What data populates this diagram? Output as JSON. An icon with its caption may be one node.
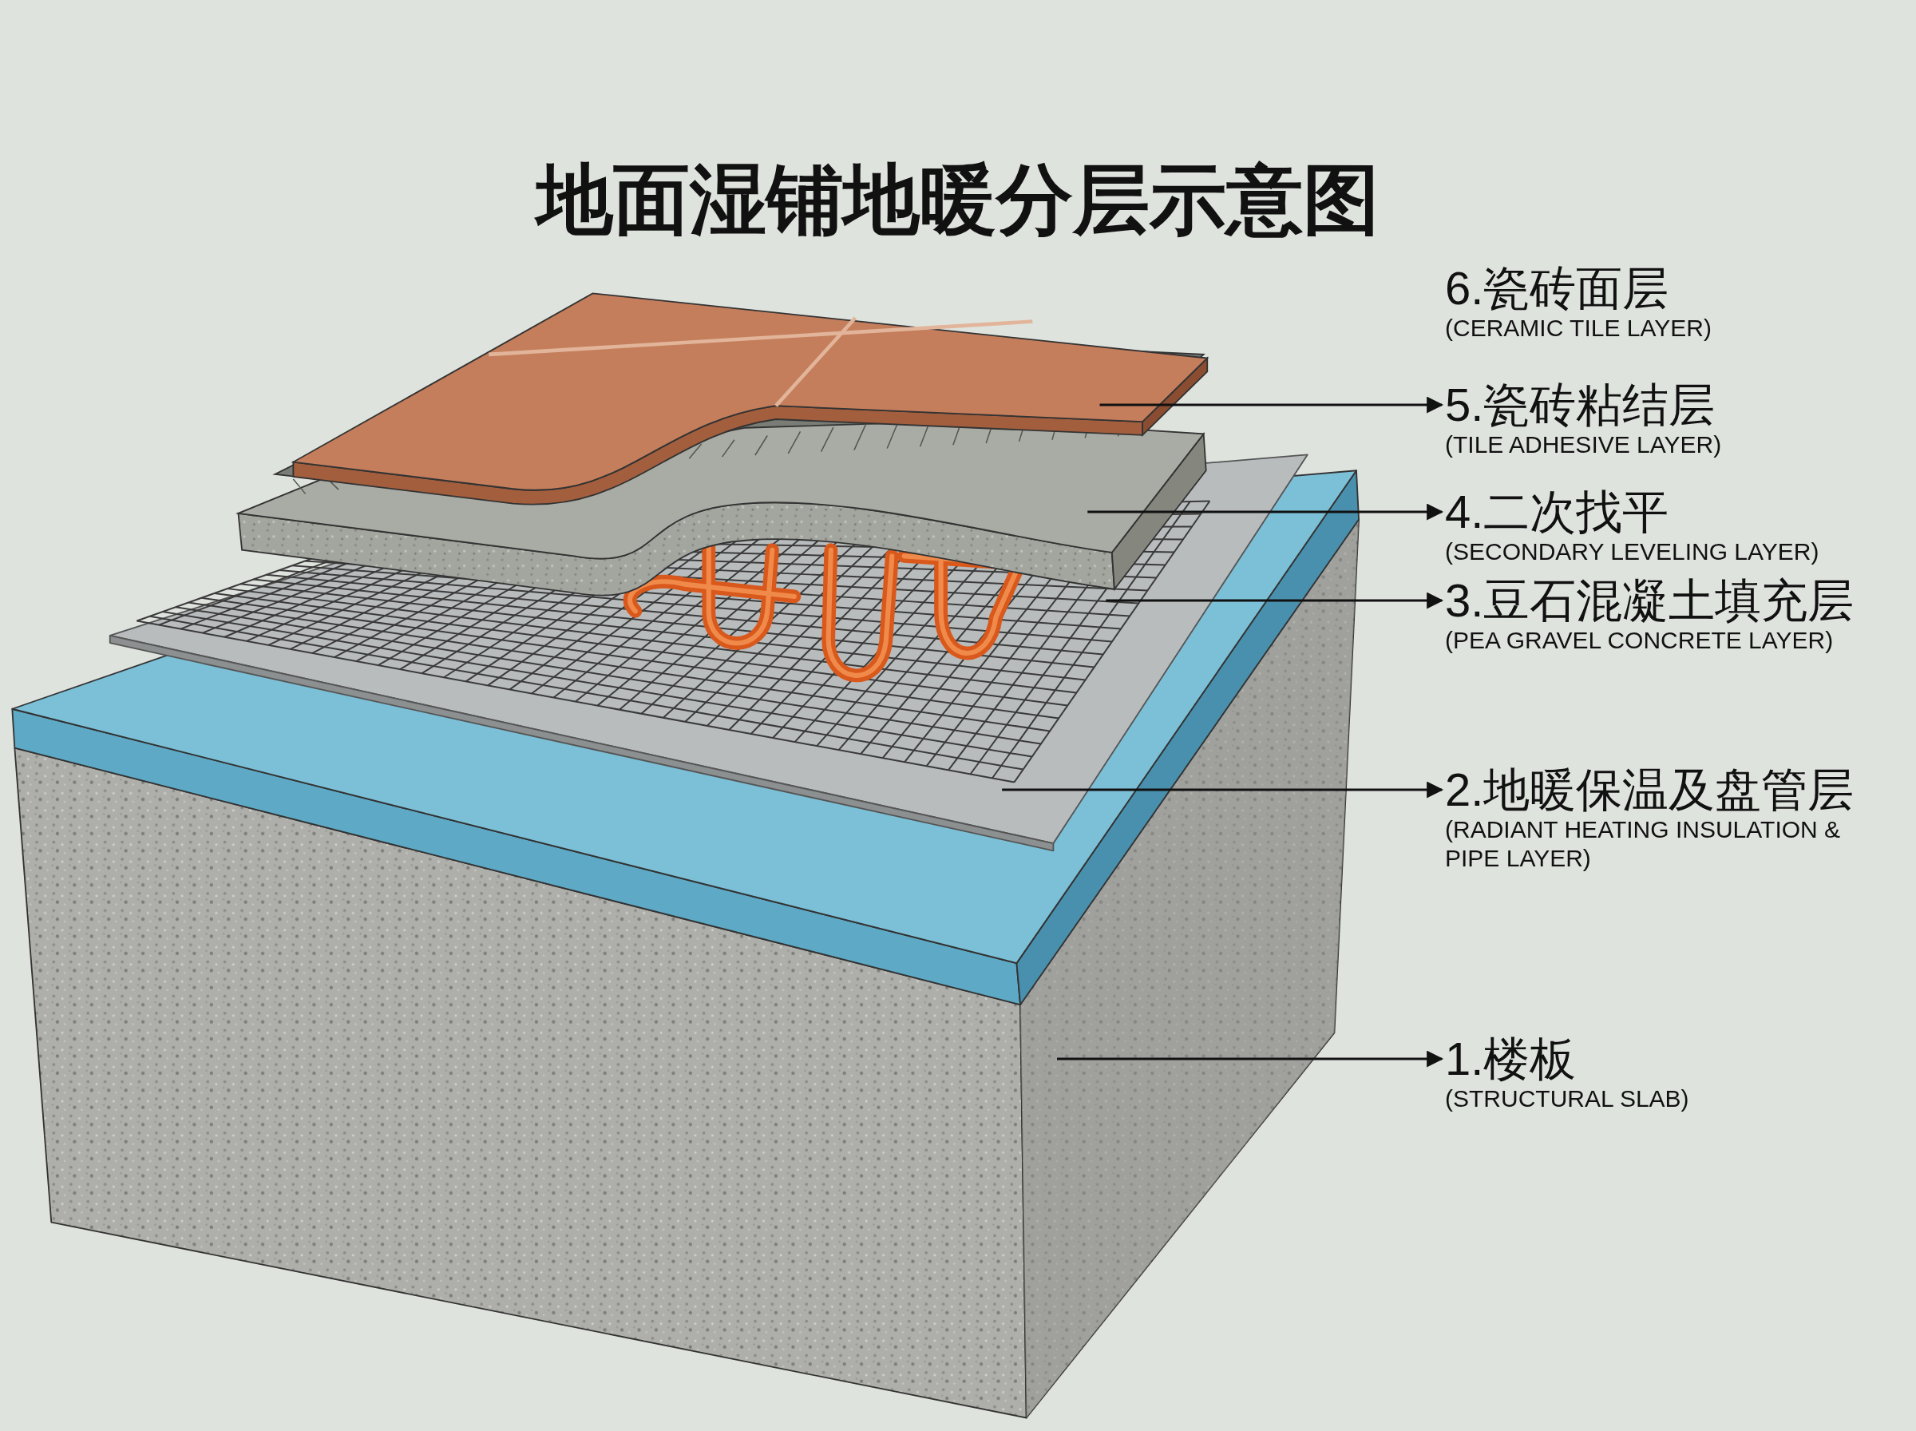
{
  "diagram": {
    "title": "地面湿铺地暖分层示意图",
    "nodes": [
      {
        "text": [
          "6.瓷砖面层",
          "(CERAMIC TILE LAYER)"
        ]
      },
      {
        "text": [
          "5.瓷砖粘结层",
          "(TILE ADHESIVE LAYER)"
        ]
      },
      {
        "text": [
          "4.二次找平",
          "(SECONDARY LEVELING LAYER)"
        ]
      },
      {
        "text": [
          "3.豆石混凝土填充层",
          "(PEA GRAVEL CONCRETE LAYER)"
        ]
      },
      {
        "text": [
          "2.地暖保温及盘管层",
          "(RADIANT HEATING INSULATION & PIPE LAYER)"
        ]
      },
      {
        "text": [
          "1.楼板",
          "(STRUCTURAL SLAB)"
        ]
      }
    ],
    "edges": [
      {
        "from": null,
        "to": 1,
        "arrow": "to"
      },
      {
        "from": null,
        "to": 2,
        "arrow": "to"
      },
      {
        "from": null,
        "to": 3,
        "arrow": "to"
      },
      {
        "from": null,
        "to": 4,
        "arrow": "to"
      },
      {
        "from": null,
        "to": 5,
        "arrow": "to"
      }
    ]
  }
}
